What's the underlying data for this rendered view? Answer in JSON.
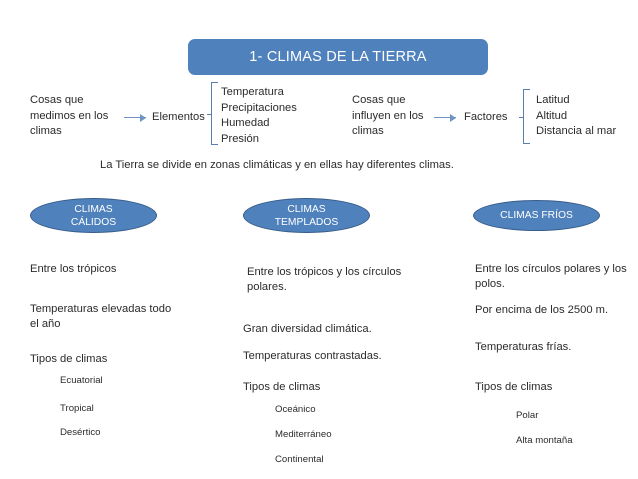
{
  "title": {
    "text": "1- CLIMAS DE LA TIERRA"
  },
  "schema": {
    "left": {
      "source_label": "Cosas que\nmedimos en los\nclimas",
      "arrow_icon": "right-arrow-icon",
      "node_label": "Elementos",
      "bracket_icon": "bracket-icon",
      "items": "Temperatura\nPrecipitaciones\nHumedad\nPresión"
    },
    "right": {
      "source_label": "Cosas que\ninfluyen en los\nclimas",
      "arrow_icon": "right-arrow-icon",
      "node_label": "Factores",
      "bracket_icon": "bracket-icon",
      "items": "Latitud\nAltitud\nDistancia al mar"
    }
  },
  "sentence": "La Tierra se divide en zonas climáticas y en ellas hay diferentes climas.",
  "zones": [
    {
      "badge": "CLIMAS\nCÁLIDOS",
      "lines": [
        "Entre los trópicos",
        "Temperaturas elevadas todo\nel año",
        "Tipos de climas"
      ],
      "types": [
        "Ecuatorial",
        "Tropical",
        "Desértico"
      ]
    },
    {
      "badge": "CLIMAS\nTEMPLADOS",
      "lines": [
        "Entre los trópicos y los círculos\npolares.",
        "Gran diversidad climática.",
        "Temperaturas contrastadas.",
        "Tipos de climas"
      ],
      "types": [
        "Oceánico",
        "Mediterráneo",
        "Continental"
      ]
    },
    {
      "badge": "CLIMAS FRÍOS",
      "lines": [
        "Entre los círculos polares y los\npolos.",
        "Por encima de los 2500 m.",
        "Temperaturas frías.",
        "Tipos de climas"
      ],
      "types": [
        "Polar",
        "Alta montaña"
      ]
    }
  ],
  "colors": {
    "accent_blue": "#4f81bd",
    "accent_blue_dark": "#385d8a",
    "connector_blue": "#6f94c4",
    "text": "#2b2b2b"
  }
}
